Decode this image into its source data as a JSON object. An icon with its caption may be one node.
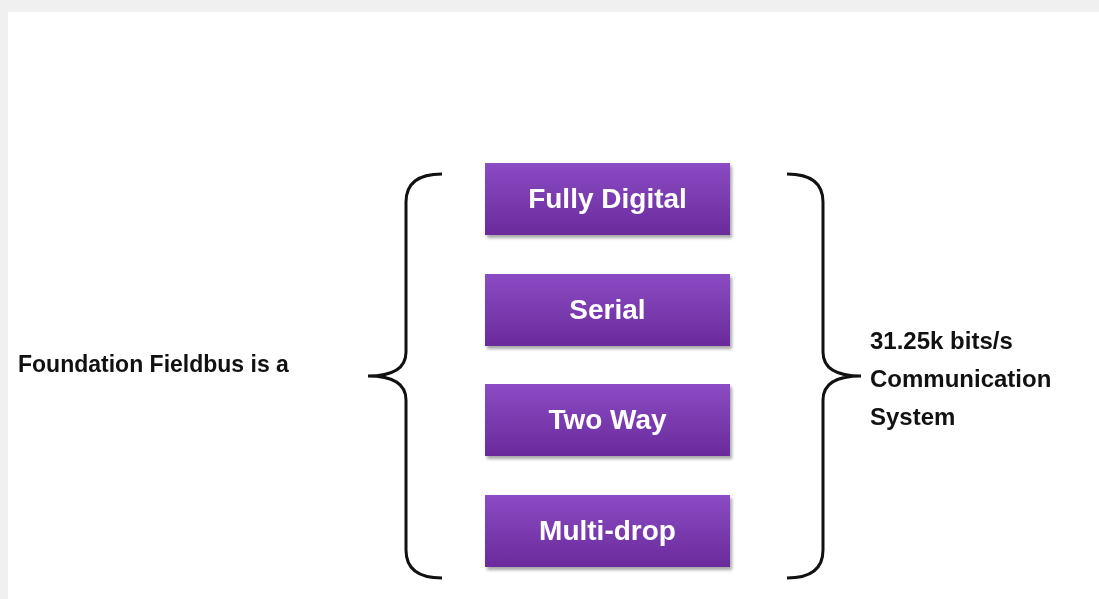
{
  "diagram": {
    "nodes": [
      {
        "text": [
          "Fully Digital"
        ]
      },
      {
        "text": [
          "Serial"
        ]
      },
      {
        "text": [
          "Two Way"
        ]
      },
      {
        "text": [
          "Multi-drop"
        ]
      }
    ],
    "labels": [
      "Foundation Fieldbus is a",
      "31.25k bits/s Communication System"
    ]
  }
}
